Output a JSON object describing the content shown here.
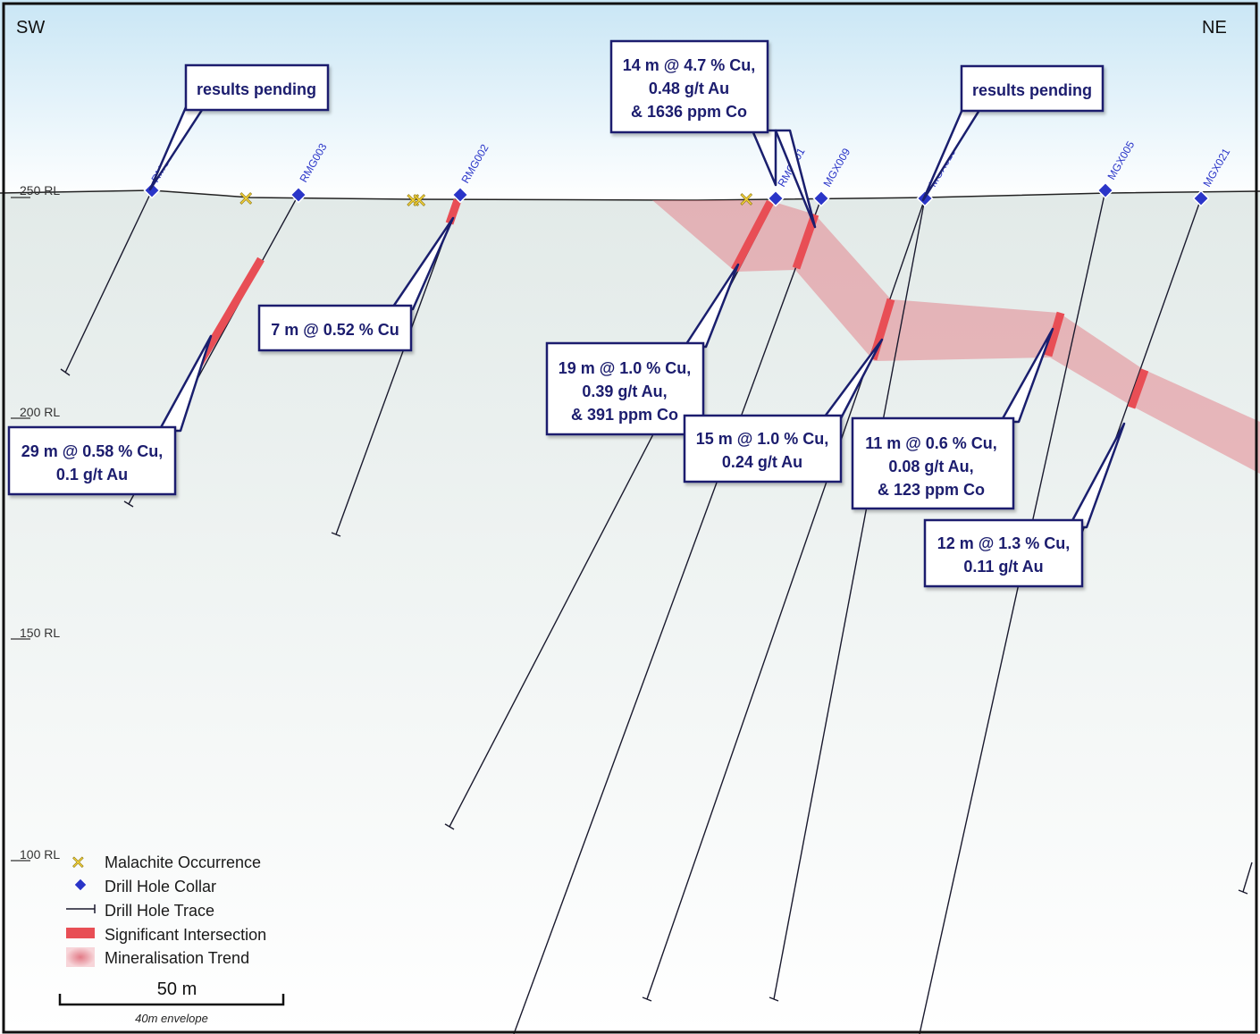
{
  "orientation": {
    "left": "SW",
    "right": "NE"
  },
  "rl_labels": [
    "250 RL",
    "200 RL",
    "150 RL",
    "100 RL"
  ],
  "drill_holes": [
    {
      "id": "RMG023"
    },
    {
      "id": "RMG003"
    },
    {
      "id": "RMG002"
    },
    {
      "id": "RMG001"
    },
    {
      "id": "MGX009"
    },
    {
      "id": "MGX019"
    },
    {
      "id": "MGX005"
    },
    {
      "id": "MGX021"
    }
  ],
  "callouts": [
    {
      "lines": [
        "results pending"
      ]
    },
    {
      "lines": [
        "14 m @ 4.7 % Cu,",
        "0.48 g/t Au",
        "& 1636 ppm Co"
      ]
    },
    {
      "lines": [
        "results pending"
      ]
    },
    {
      "lines": [
        "7 m @ 0.52 % Cu"
      ]
    },
    {
      "lines": [
        "19 m @ 1.0 % Cu,",
        "0.39 g/t Au,",
        "& 391 ppm Co"
      ]
    },
    {
      "lines": [
        "29 m @ 0.58 % Cu,",
        "0.1 g/t Au"
      ]
    },
    {
      "lines": [
        "15 m @ 1.0 % Cu,",
        "0.24 g/t Au"
      ]
    },
    {
      "lines": [
        "11 m @ 0.6 % Cu,",
        "0.08 g/t Au,",
        "& 123 ppm Co"
      ]
    },
    {
      "lines": [
        "12 m @ 1.3 % Cu,",
        "0.11 g/t Au"
      ]
    }
  ],
  "legend": [
    {
      "label": "Malachite Occurrence",
      "icon": "malachite-x-icon"
    },
    {
      "label": "Drill Hole Collar",
      "icon": "collar-diamond-icon"
    },
    {
      "label": "Drill Hole Trace",
      "icon": "trace-line-icon"
    },
    {
      "label": "Significant Intersection",
      "icon": "red-bar-icon"
    },
    {
      "label": "Mineralisation Trend",
      "icon": "pink-blur-icon"
    }
  ],
  "scale_bar": {
    "label": "50 m",
    "note": "40m envelope"
  },
  "colors": {
    "navy": "#1a1f6e",
    "collar": "#2a35c8",
    "intersection": "#e84e55",
    "trend": "#e58a94",
    "malachite": "#f3d23a",
    "sky_top": "#cfe9f6",
    "ground": "#e4ecea"
  }
}
